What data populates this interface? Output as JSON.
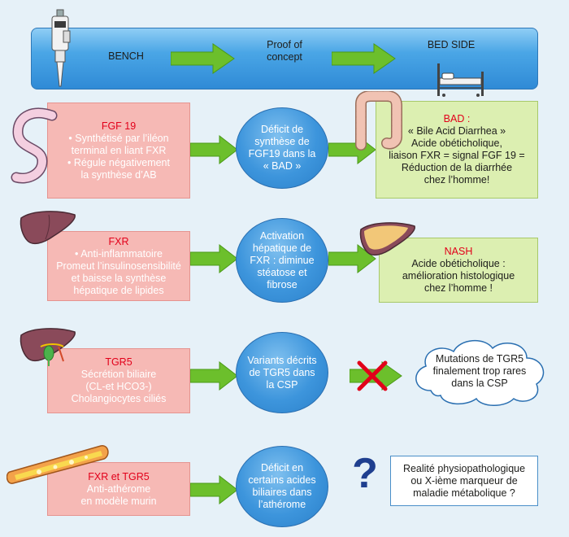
{
  "banner": {
    "bench": "BENCH",
    "proof": [
      "Proof of",
      "concept"
    ],
    "bedside": "BED SIDE"
  },
  "rows": [
    {
      "left_title": "FGF 19",
      "left_lines": [
        "• Synthétisé par l’iléon",
        "terminal en liant FXR",
        "• Régule négativement",
        "la synthèse d’AB"
      ],
      "oval_lines": [
        "Déficit de",
        "synthèse de",
        "FGF19 dans la",
        "« BAD »"
      ],
      "right_title": "BAD :",
      "right_lines": [
        "« Bile Acid Diarrhea »",
        "Acide obéticholique,",
        "liaison FXR = signal FGF 19 =",
        "Réduction de la diarrhée",
        "chez l’homme!"
      ]
    },
    {
      "left_title": "FXR",
      "left_lines": [
        "• Anti-inflammatoire",
        "Promeut l’insulinosensibilité",
        "et baisse la synthèse",
        "hépatique de lipides"
      ],
      "oval_lines": [
        "Activation",
        "hépatique de",
        "FXR : diminue",
        "stéatose et",
        "fibrose"
      ],
      "right_title": "NASH",
      "right_lines": [
        "Acide obéticholique :",
        "amélioration histologique",
        "chez l’homme !"
      ]
    },
    {
      "left_title": "TGR5",
      "left_lines": [
        "Sécrétion biliaire",
        "(CL-et HCO3-)",
        "Cholangiocytes ciliés"
      ],
      "oval_lines": [
        "Variants décrits",
        "de TGR5 dans",
        "la CSP"
      ],
      "right_lines": [
        "Mutations de TGR5",
        "finalement trop rares",
        "dans la CSP"
      ]
    },
    {
      "left_title": "FXR et TGR5",
      "left_lines": [
        "Anti-athérome",
        "en modèle murin"
      ],
      "oval_lines": [
        "Déficit en",
        "certains acides",
        "biliaires dans",
        "l’athérome"
      ],
      "question": "?",
      "right_lines": [
        "Realité physiopathologique",
        "ou X-ième marqueur de",
        "maladie métabolique ?"
      ]
    }
  ],
  "colors": {
    "background": "#e6f1f8",
    "pink_box": "#f6b9b5",
    "green_box": "#dcefb1",
    "oval_blue": "#3d95dc",
    "arrow_green": "#6cbf2c",
    "title_red": "#e2001a",
    "question_blue": "#1f3f8f"
  },
  "icons": [
    "pipette-icon",
    "hospital-bed-icon",
    "intestine-icon",
    "colon-icon",
    "liver-icon",
    "liver-fatty-icon",
    "liver-gallbladder-icon",
    "artery-plaque-icon",
    "red-cross-icon",
    "cloud-shape"
  ]
}
